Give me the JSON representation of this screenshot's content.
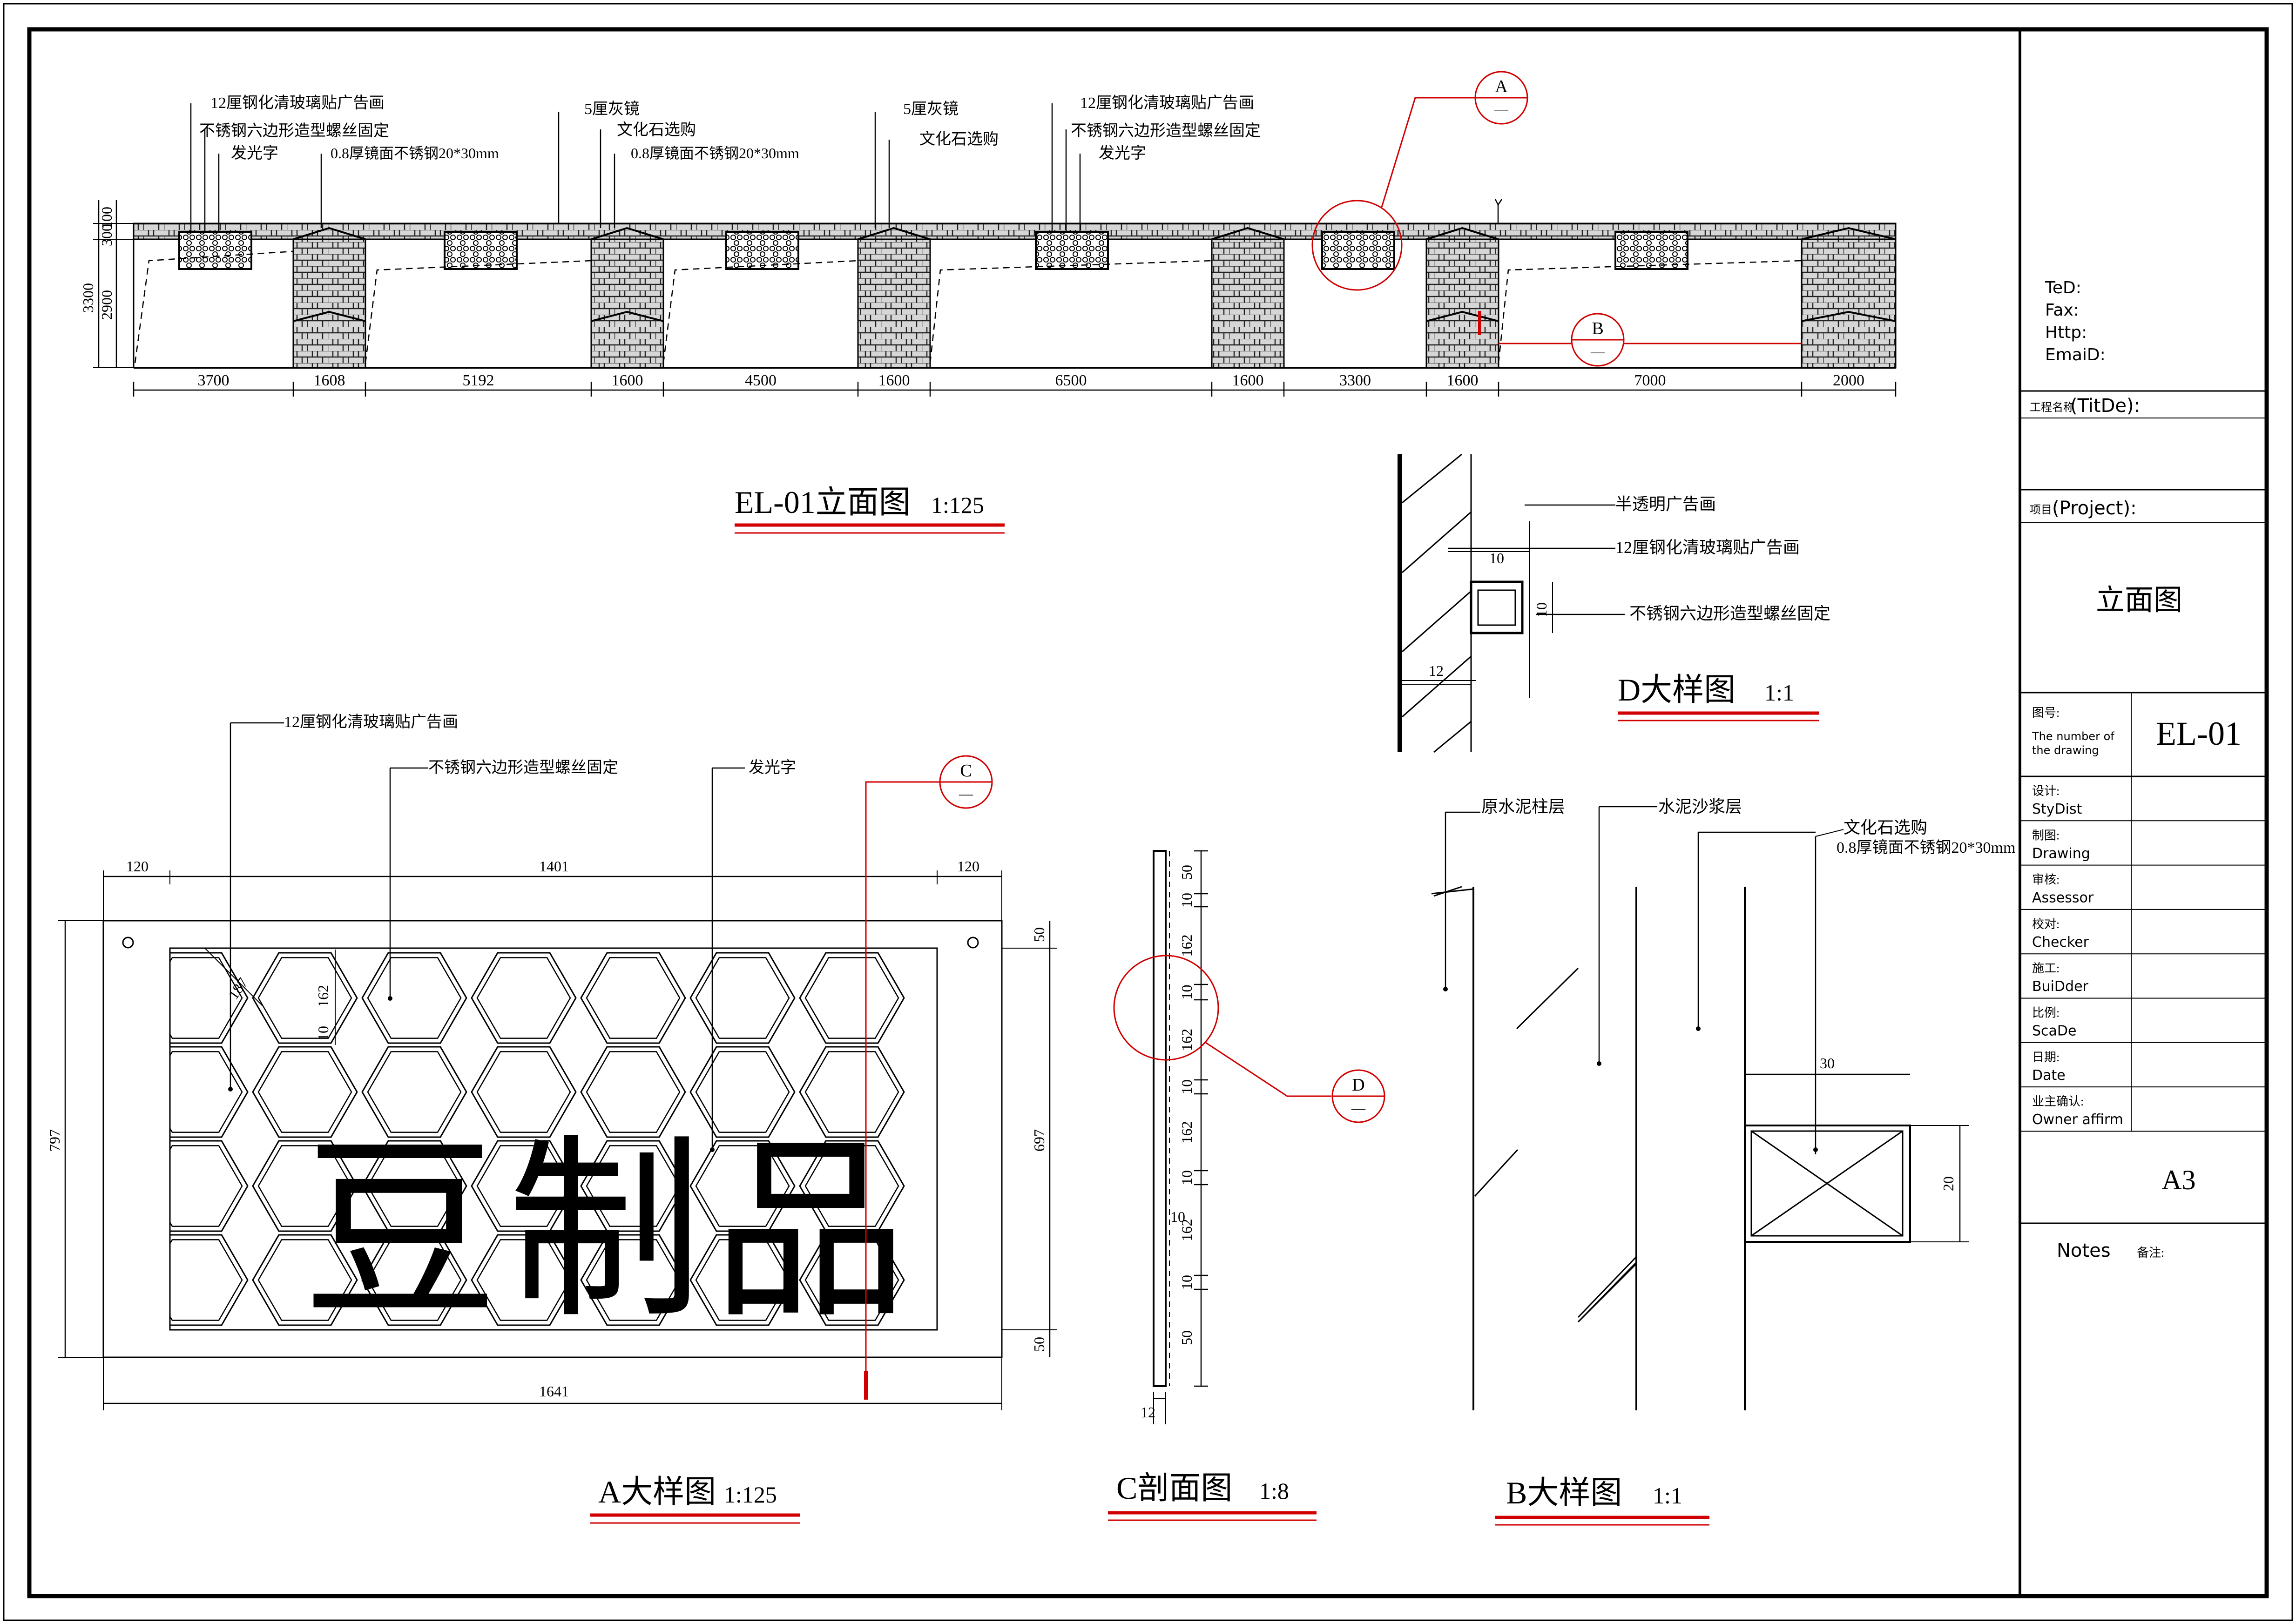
{
  "elevation": {
    "title": "EL-01立面图",
    "scale": "1:125",
    "labels": {
      "glass_ad_1": "12厘钢化清玻璃贴广告画",
      "hex_screw_1": "不锈钢六边形造型螺丝固定",
      "luminous_1": "发光字",
      "steel_1": "0.8厚镜面不锈钢20*30mm",
      "mirror_1": "5厘灰镜",
      "stone_1": "文化石选购",
      "steel_2": "0.8厚镜面不锈钢20*30mm",
      "mirror_2": "5厘灰镜",
      "stone_2": "文化石选购",
      "glass_ad_2": "12厘钢化清玻璃贴广告画",
      "hex_screw_2": "不锈钢六边形造型螺丝固定",
      "luminous_2": "发光字"
    },
    "vdims": [
      "100",
      "300",
      "3300",
      "2900"
    ],
    "dims": [
      "3700",
      "1608",
      "5192",
      "1600",
      "4500",
      "1600",
      "6500",
      "1600",
      "3300",
      "1600",
      "7000",
      "2000"
    ]
  },
  "callouts": {
    "a": "A",
    "b": "B",
    "c": "C",
    "d": "D",
    "sub": "—"
  },
  "detail_a": {
    "title": "A大样图",
    "scale": "1:125",
    "labels": {
      "glass_ad": "12厘钢化清玻璃贴广告画",
      "hex_screw": "不锈钢六边形造型螺丝固定",
      "luminous": "发光字"
    },
    "sign_text": "豆制品",
    "dims": {
      "left": "120",
      "middle": "1401",
      "right": "120",
      "bottom": "1641",
      "height": "797",
      "inner": "697",
      "top": "50",
      "bot": "50",
      "hex_side": "187",
      "hex_h": "162",
      "gap": "10"
    }
  },
  "detail_d": {
    "title": "D大样图",
    "scale": "1:1",
    "labels": {
      "translucent": "半透明广告画",
      "glass_ad": "12厘钢化清玻璃贴广告画",
      "hex_screw": "不锈钢六边形造型螺丝固定"
    },
    "dims": {
      "d10a": "10",
      "d10b": "10",
      "d12": "12"
    }
  },
  "section_c": {
    "title": "C剖面图",
    "scale": "1:8",
    "dims": [
      "50",
      "10",
      "162",
      "10",
      "162",
      "10",
      "162",
      "10",
      "162",
      "10",
      "50"
    ],
    "inner_10": "10",
    "bottom": "12"
  },
  "detail_b": {
    "title": "B大样图",
    "scale": "1:1",
    "labels": {
      "cement_column": "原水泥柱层",
      "mortar": "水泥沙浆层",
      "stone": "文化石选购",
      "steel": "0.8厚镜面不锈钢20*30mm"
    },
    "dims": {
      "width": "30",
      "height": "20"
    }
  },
  "title_block": {
    "contact": {
      "tel": "TeD:",
      "fax": "Fax:",
      "http": "Http:",
      "email": "EmaiD:"
    },
    "project_name": {
      "cn": "工程名称",
      "en": "(TitDe):"
    },
    "project": {
      "cn": "项目",
      "en": "(Project):"
    },
    "drawing_title": "立面图",
    "drawing_no": {
      "cn": "图号:",
      "en1": "The number of",
      "en2": "the drawing",
      "value": "EL-01"
    },
    "rows": [
      {
        "cn": "设计:",
        "en": "StyDist"
      },
      {
        "cn": "制图:",
        "en": "Drawing"
      },
      {
        "cn": "审核:",
        "en": "Assessor"
      },
      {
        "cn": "校对:",
        "en": "Checker"
      },
      {
        "cn": "施工:",
        "en": "BuiDder"
      },
      {
        "cn": "比例:",
        "en": "ScaDe"
      },
      {
        "cn": "日期:",
        "en": "Date"
      },
      {
        "cn": "业主确认:",
        "en": "Owner affirm"
      }
    ],
    "sheet_size": "A3",
    "notes": {
      "en": "Notes",
      "cn": "备注:"
    }
  }
}
